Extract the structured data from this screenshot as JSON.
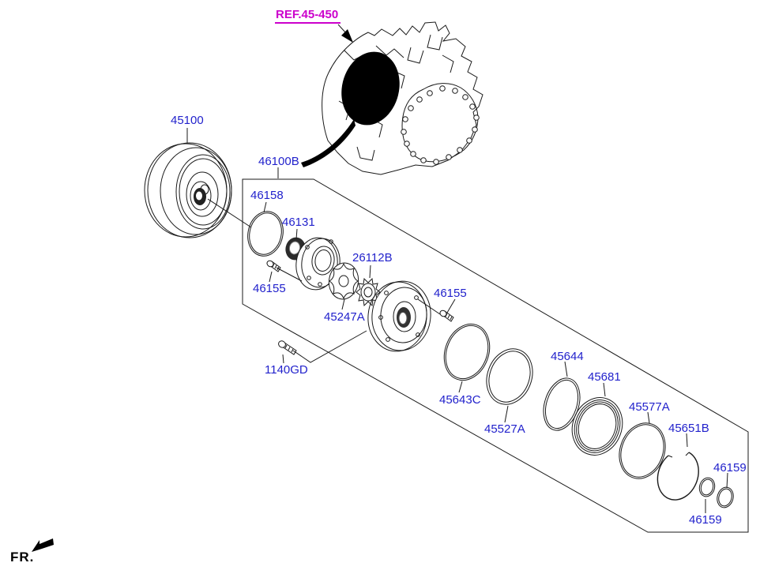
{
  "diagram_title": "oil pump & torque converter exploded parts diagram",
  "labels": {
    "ref": "REF.45-450",
    "fr": "FR.",
    "p45100": "45100",
    "p46100b": "46100B",
    "p46158": "46158",
    "p46131": "46131",
    "p46155_left": "46155",
    "p26112b": "26112B",
    "p45247a": "45247A",
    "p46155_right": "46155",
    "p1140gd": "1140GD",
    "p45643c": "45643C",
    "p45527a": "45527A",
    "p45644": "45644",
    "p45681": "45681",
    "p45577a": "45577A",
    "p45651b": "45651B",
    "p46159_upper": "46159",
    "p46159_lower": "46159"
  },
  "colors": {
    "part_label_blue": "#2222cc",
    "reference_magenta": "#cc00cc",
    "line_black": "#1a1a1a",
    "background": "#ffffff"
  }
}
